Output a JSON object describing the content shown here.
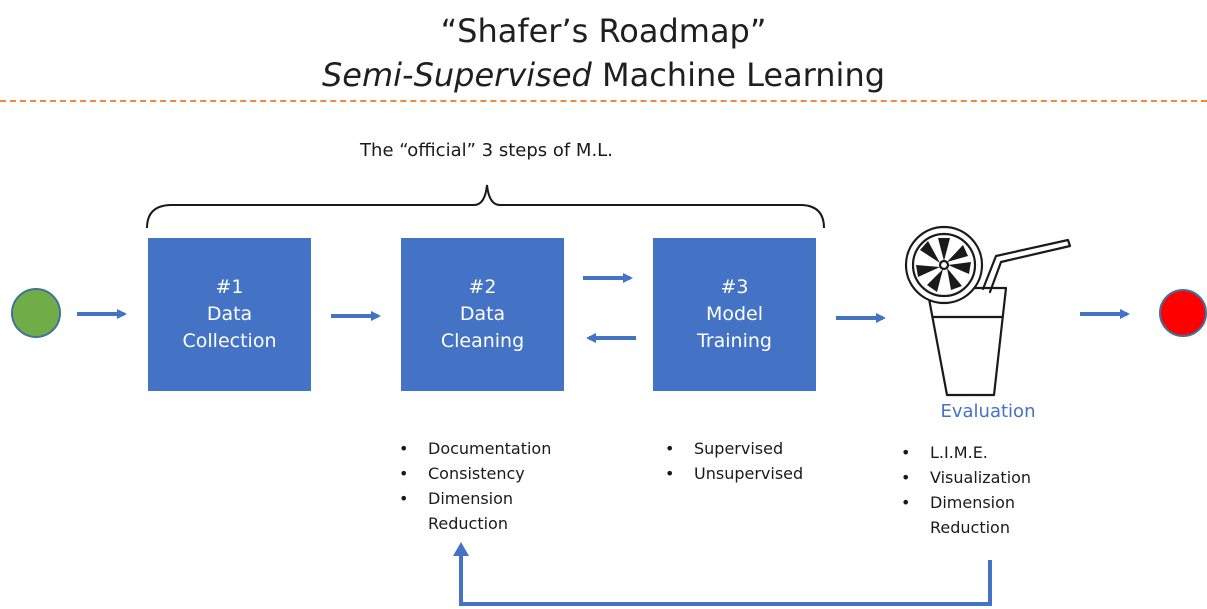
{
  "title": {
    "line1": "“Shafer’s Roadmap”",
    "line2_italic": "Semi-Supervised",
    "line2_rest": " Machine Learning"
  },
  "brace_label": "The “official” 3 steps of M.L.",
  "steps": [
    {
      "number": "#1",
      "line1": "Data",
      "line2": "Collection"
    },
    {
      "number": "#2",
      "line1": "Data",
      "line2": "Cleaning"
    },
    {
      "number": "#3",
      "line1": "Model",
      "line2": "Training"
    }
  ],
  "evaluation_label": "Evaluation",
  "cleaning_bullets": [
    "Documentation",
    "Consistency",
    "Dimension Reduction"
  ],
  "training_bullets": [
    "Supervised",
    "Unsupervised"
  ],
  "evaluation_bullets": [
    "L.I.M.E.",
    "Visualization",
    "Dimension Reduction"
  ],
  "colors": {
    "box": "#4472c4",
    "arrow": "#4472c4",
    "start_node": "#70ad47",
    "end_node": "#ff0000",
    "divider": "#ed8b3a"
  },
  "icons": {
    "evaluation": "lemonade-glass-icon"
  }
}
